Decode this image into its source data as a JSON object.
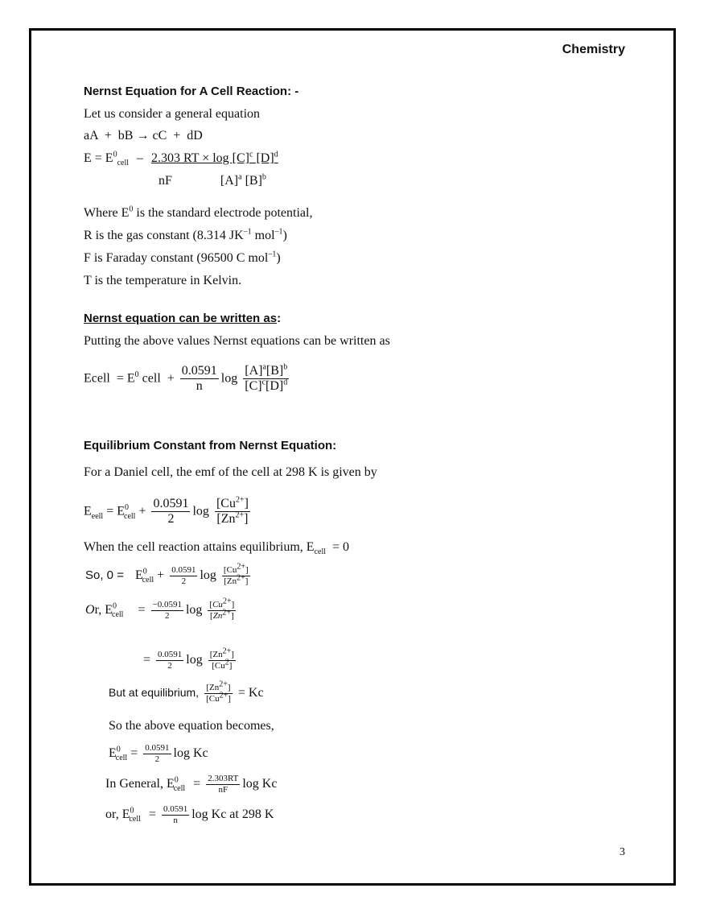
{
  "header": {
    "subject": "Chemistry"
  },
  "section1": {
    "heading": "Nernst Equation for A Cell Reaction: -",
    "intro": "Let us consider a general equation",
    "reaction": "aA  +  bB → cC  +  dD",
    "eq_lhs": "E = E",
    "eq_zero": "0",
    "eq_cell": "cell",
    "eq_minus": "–",
    "eq_numer": "2.303 RT × log [C]",
    "eq_c": "c",
    "eq_d_br": " [D]",
    "eq_d": "d",
    "eq_nf": "nF",
    "eq_a_br": "[A]",
    "eq_a": "a",
    "eq_b_br": " [B]",
    "eq_b": "b",
    "where_1a": "Where E",
    "where_1sup": "0",
    "where_1b": " is the standard electrode potential,",
    "where_2a": "R is the gas constant (8.314 JK",
    "where_2s1": "–1",
    "where_2b": " mol",
    "where_2s2": "–1",
    "where_2c": ")",
    "where_3a": "F is Faraday constant (96500 C mol",
    "where_3s": "–1",
    "where_3b": ")",
    "where_4": "T is the temperature in Kelvin."
  },
  "section2": {
    "heading": "Nernst equation can be written as",
    "heading_colon": ":",
    "intro": "Putting the above values Nernst equations can be written as",
    "lhs": "Ecell  = E",
    "zero": "0",
    "cell": " cell  +",
    "coef": "0.0591",
    "n": "n",
    "log": "log",
    "num_a": "[A]",
    "num_a_exp": "a",
    "num_b": "[B]",
    "num_b_exp": "b",
    "den_c": "[C]",
    "den_c_exp": "c",
    "den_d": "[D]",
    "den_d_exp": "d"
  },
  "section3": {
    "heading": "Equilibrium Constant from Nernst Equation:",
    "intro": "For a Daniel cell, the emf of the cell at 298 K is given by",
    "e1_lhs": "E",
    "e1_lhs_sub": "eell",
    "e1_eq": " = E",
    "e1_zero": "0",
    "e1_cell": "cell",
    "e1_plus": " +",
    "e1_coef": "0.0591",
    "e1_den": "2",
    "log": "log",
    "cu": "[Cu",
    "cu_exp": "2+",
    "zn": "[Zn",
    "zn_exp": "2+",
    "close": "]",
    "equil_text": "When the cell reaction attains equilibrium, E",
    "equil_sub": "cell",
    "equil_val": "  = 0",
    "so_text": "So, 0 =",
    "or_italic": "O",
    "or_text": "r,  E",
    "or_coef": "−0.0591",
    "cu_it": "Cu",
    "zn_it": "Zn",
    "equals": "=",
    "l4_den_cu": "[Cu",
    "l4_den_exp": "2",
    "but_text": "But at equilibrium,",
    "kc_eq": "= Kc",
    "so_above": "So the above equation becomes,",
    "e_lhs": "E",
    "logkc": "log Kc",
    "in_general": "In General, E",
    "gen_num": "2.303RT",
    "gen_den": "nF",
    "or2": "or, E",
    "n": "n",
    "at_298": "log Kc at 298 K"
  },
  "footer": {
    "page_number": "3"
  }
}
